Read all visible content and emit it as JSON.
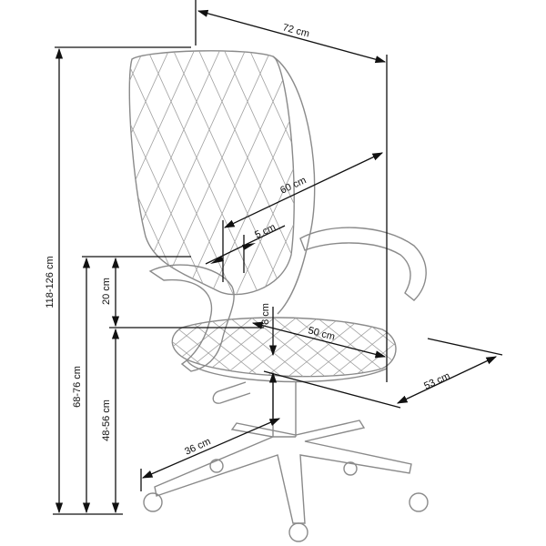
{
  "colors": {
    "dimension_line": "#111111",
    "chair_outline": "#8a8a8a",
    "background": "#ffffff"
  },
  "dimensions": {
    "total_width": "72 cm",
    "seat_depth_back": "60 cm",
    "armrest_offset": "5 cm",
    "total_height": "118-126 cm",
    "armrest_height": "68-76 cm",
    "seat_height": "48-56 cm",
    "armrest_above_seat": "20 cm",
    "seat_thickness": "8 cm",
    "seat_width": "50 cm",
    "seat_depth": "53 cm",
    "base_radius": "36 cm"
  }
}
